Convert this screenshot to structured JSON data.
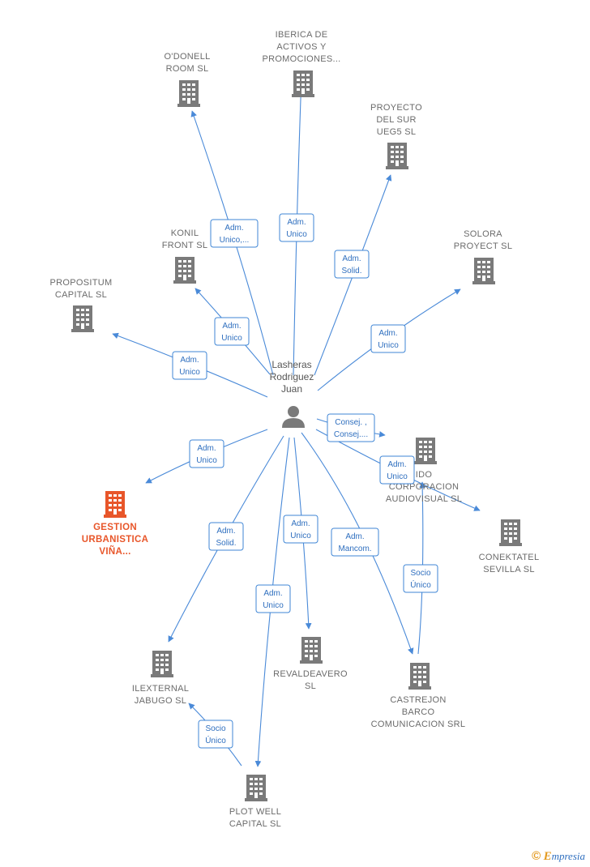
{
  "person": {
    "name_lines": [
      "Lasheras",
      "Rodriguez",
      "Juan"
    ],
    "icon": "person-icon"
  },
  "companies": [
    {
      "id": "odonell",
      "label_lines": [
        "O'DONELL",
        "ROOM  SL"
      ],
      "icon": "building-icon"
    },
    {
      "id": "iberica",
      "label_lines": [
        "IBERICA DE",
        "ACTIVOS Y",
        "PROMOCIONES..."
      ],
      "icon": "building-icon"
    },
    {
      "id": "proyecto",
      "label_lines": [
        "PROYECTO",
        "DEL SUR",
        "UEG5 SL"
      ],
      "icon": "building-icon"
    },
    {
      "id": "solora",
      "label_lines": [
        "SOLORA",
        "PROYECT  SL"
      ],
      "icon": "building-icon"
    },
    {
      "id": "konil",
      "label_lines": [
        "KONIL",
        "FRONT  SL"
      ],
      "icon": "building-icon"
    },
    {
      "id": "propositum",
      "label_lines": [
        "PROPOSITUM",
        "CAPITAL  SL"
      ],
      "icon": "building-icon"
    },
    {
      "id": "gestion",
      "label_lines": [
        "GESTION",
        "URBANISTICA",
        "VIÑA..."
      ],
      "icon": "building-icon",
      "highlight": true
    },
    {
      "id": "ido",
      "label_lines": [
        "IDO",
        "CORPORACION",
        "AUDIOVISUAL SL"
      ],
      "icon": "building-icon"
    },
    {
      "id": "conektatel",
      "label_lines": [
        "CONEKTATEL",
        "SEVILLA SL"
      ],
      "icon": "building-icon"
    },
    {
      "id": "ilexternal",
      "label_lines": [
        "ILEXTERNAL",
        "JABUGO  SL"
      ],
      "icon": "building-icon"
    },
    {
      "id": "revaldeavero",
      "label_lines": [
        "REVALDEAVERO",
        "SL"
      ],
      "icon": "building-icon"
    },
    {
      "id": "castrejon",
      "label_lines": [
        "CASTREJON",
        "BARCO",
        "COMUNICACION SRL"
      ],
      "icon": "building-icon"
    },
    {
      "id": "plotwell",
      "label_lines": [
        "PLOT WELL",
        "CAPITAL  SL"
      ],
      "icon": "building-icon"
    }
  ],
  "relations": [
    {
      "target": "odonell",
      "lines": [
        "Adm.",
        "Unico,..."
      ]
    },
    {
      "target": "iberica",
      "lines": [
        "Adm.",
        "Unico"
      ]
    },
    {
      "target": "proyecto",
      "lines": [
        "Adm.",
        "Solid."
      ]
    },
    {
      "target": "solora",
      "lines": [
        "Adm.",
        "Unico"
      ]
    },
    {
      "target": "konil",
      "lines": [
        "Adm.",
        "Unico"
      ]
    },
    {
      "target": "propositum",
      "lines": [
        "Adm.",
        "Unico"
      ]
    },
    {
      "target": "gestion",
      "lines": [
        "Adm.",
        "Unico"
      ]
    },
    {
      "target": "ido",
      "lines": [
        "Consej. ,",
        "Consej...."
      ]
    },
    {
      "target": "conektatel",
      "lines": [
        "Adm.",
        "Unico"
      ]
    },
    {
      "target": "ilexternal",
      "lines": [
        "Adm.",
        "Solid."
      ]
    },
    {
      "target": "revaldeavero",
      "lines": [
        "Adm.",
        "Unico"
      ]
    },
    {
      "target": "castrejon",
      "lines": [
        "Adm.",
        "Mancom."
      ]
    },
    {
      "target": "plotwell",
      "lines": [
        "Adm.",
        "Unico"
      ]
    },
    {
      "target": "ido-from-castrejon",
      "lines": [
        "Socio",
        "Único"
      ]
    },
    {
      "target": "ilexternal-from-plotwell",
      "lines": [
        "Socio",
        "Único"
      ]
    }
  ],
  "colors": {
    "edge": "#4a8ad8",
    "node": "#7a7a7a",
    "highlight": "#e8562a",
    "label": "#6b6b6b"
  },
  "footer": {
    "copyright_symbol": "©",
    "brand_initial": "E",
    "brand_rest": "mpresia"
  }
}
